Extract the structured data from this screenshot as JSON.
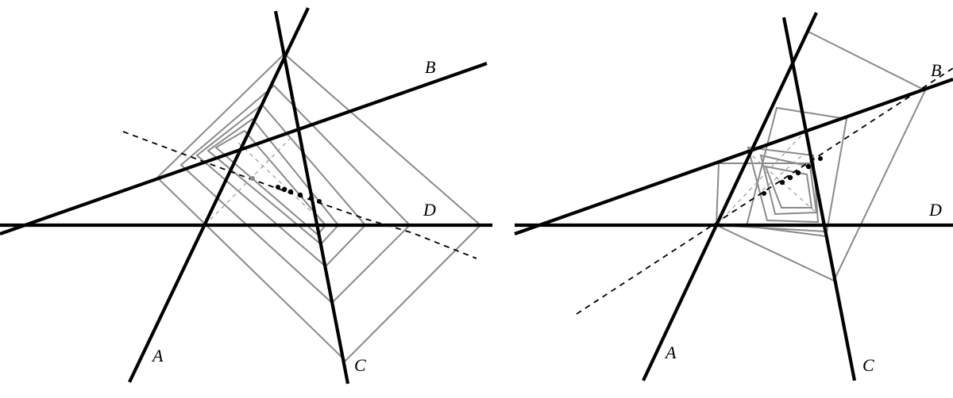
{
  "panels": [
    {
      "id": "left",
      "labels": {
        "A": "A",
        "B": "B",
        "C": "C",
        "D": "D"
      }
    },
    {
      "id": "right",
      "labels": {
        "A": "A",
        "B": "B",
        "C": "C",
        "D": "D"
      }
    }
  ],
  "colors": {
    "lines": "#000000",
    "constructions": "#8a8a8a"
  }
}
